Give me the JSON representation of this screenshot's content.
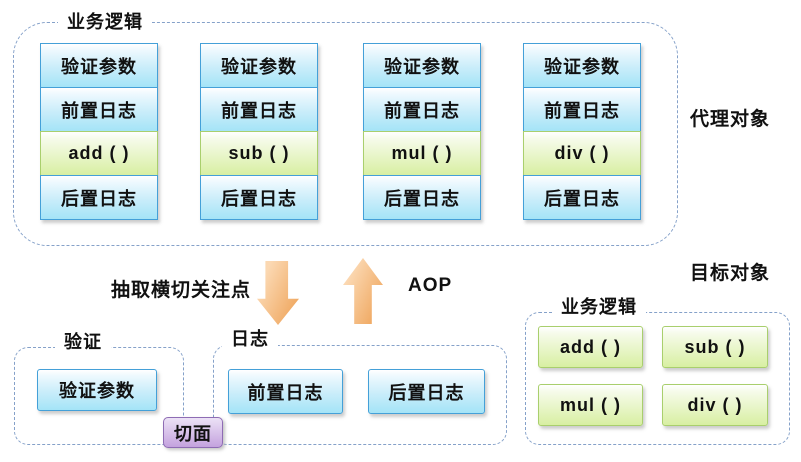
{
  "proxy": {
    "group_label": "业务逻辑",
    "side_label": "代理对象",
    "columns": [
      {
        "cells": [
          "验证参数",
          "前置日志",
          "add ( )",
          "后置日志"
        ]
      },
      {
        "cells": [
          "验证参数",
          "前置日志",
          "sub ( )",
          "后置日志"
        ]
      },
      {
        "cells": [
          "验证参数",
          "前置日志",
          "mul ( )",
          "后置日志"
        ]
      },
      {
        "cells": [
          "验证参数",
          "前置日志",
          "div ( )",
          "后置日志"
        ]
      }
    ]
  },
  "middle": {
    "extract_label": "抽取横切关注点",
    "aop_label": "AOP"
  },
  "validation_group": {
    "label": "验证",
    "cells": [
      "验证参数"
    ]
  },
  "logging_group": {
    "label": "日志",
    "cells": [
      "前置日志",
      "后置日志"
    ]
  },
  "aspect_badge_label": "切面",
  "target": {
    "side_label": "目标对象",
    "group_label": "业务逻辑",
    "cells": [
      "add ( )",
      "sub ( )",
      "mul ( )",
      "div ( )"
    ]
  },
  "colors": {
    "dash_border": "#85a1c9",
    "blue_border": "#44a0d8",
    "blue_fill_top": "#eef9fe",
    "blue_fill_bottom": "#a4e4f7",
    "green_border": "#a9cf6d",
    "green_fill_top": "#f6fbea",
    "green_fill_bottom": "#d8efa2",
    "purple_border": "#8e6cb4",
    "purple_fill_top": "#ece2f6",
    "purple_fill_bottom": "#c4a2de",
    "arrow_orange_light": "#fbd8b2",
    "arrow_orange_dark": "#eea257"
  }
}
